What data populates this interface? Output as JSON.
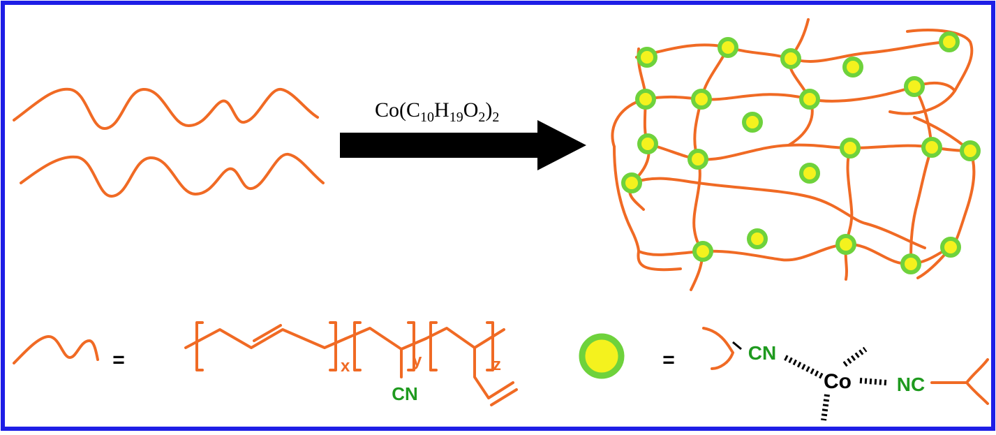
{
  "colors": {
    "frame": "#1e1ee6",
    "polymer": "#f06a24",
    "node_ring": "#6ed23c",
    "node_core": "#f4f21e",
    "arrow": "#000000",
    "green_text": "#1f9a1f"
  },
  "reaction": {
    "reagent_prefix": "Co(C",
    "reagent_sub1": "10",
    "reagent_mid1": "H",
    "reagent_sub2": "19",
    "reagent_mid2": "O",
    "reagent_sub3": "2",
    "reagent_suffix": ")",
    "reagent_sub4": "2"
  },
  "legend": {
    "equals_1": "=",
    "equals_2": "=",
    "repeat_x": "x",
    "repeat_y": "y",
    "repeat_z": "z",
    "cn_substituent": "CN",
    "complex_cn": "CN",
    "complex_metal": "Co",
    "complex_nc": "NC"
  }
}
